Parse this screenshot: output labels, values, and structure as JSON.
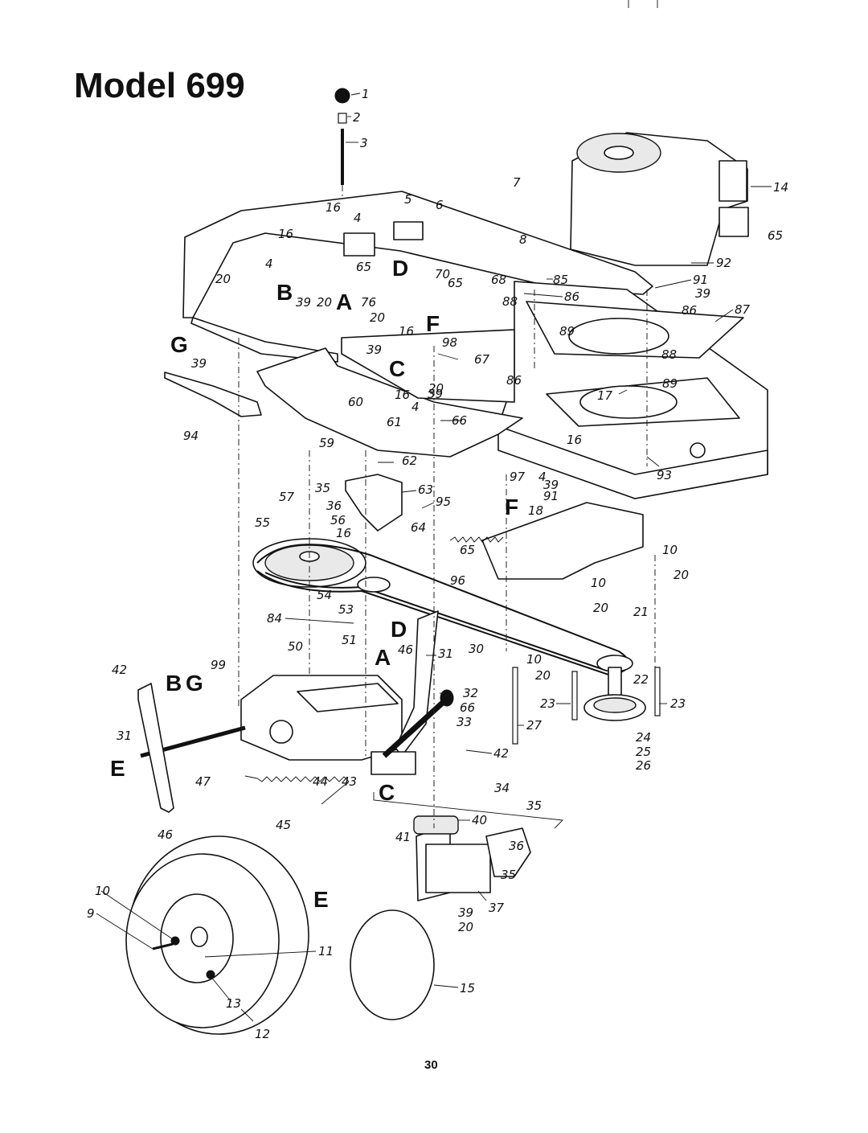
{
  "title": "Model 699",
  "page_number": "30",
  "letters": [
    "A",
    "B",
    "C",
    "D",
    "E",
    "F",
    "G"
  ],
  "callouts": [
    {
      "id": "c1",
      "text": "1"
    },
    {
      "id": "c2",
      "text": "2"
    },
    {
      "id": "c3",
      "text": "3"
    },
    {
      "id": "c4a",
      "text": "4"
    },
    {
      "id": "c4b",
      "text": "4"
    },
    {
      "id": "c4c",
      "text": "4"
    },
    {
      "id": "c4d",
      "text": "4"
    },
    {
      "id": "c5",
      "text": "5"
    },
    {
      "id": "c6",
      "text": "6"
    },
    {
      "id": "c7",
      "text": "7"
    },
    {
      "id": "c8",
      "text": "8"
    },
    {
      "id": "c9",
      "text": "9"
    },
    {
      "id": "c10a",
      "text": "10"
    },
    {
      "id": "c10b",
      "text": "10"
    },
    {
      "id": "c10c",
      "text": "10"
    },
    {
      "id": "c10d",
      "text": "10"
    },
    {
      "id": "c11",
      "text": "11"
    },
    {
      "id": "c12",
      "text": "12"
    },
    {
      "id": "c13",
      "text": "13"
    },
    {
      "id": "c14",
      "text": "14"
    },
    {
      "id": "c15",
      "text": "15"
    },
    {
      "id": "c16a",
      "text": "16"
    },
    {
      "id": "c16b",
      "text": "16"
    },
    {
      "id": "c16c",
      "text": "16"
    },
    {
      "id": "c16d",
      "text": "16"
    },
    {
      "id": "c16e",
      "text": "16"
    },
    {
      "id": "c16f",
      "text": "16"
    },
    {
      "id": "c17",
      "text": "17"
    },
    {
      "id": "c18",
      "text": "18"
    },
    {
      "id": "c20a",
      "text": "20"
    },
    {
      "id": "c20b",
      "text": "20"
    },
    {
      "id": "c20c",
      "text": "20"
    },
    {
      "id": "c20d",
      "text": "20"
    },
    {
      "id": "c20e",
      "text": "20"
    },
    {
      "id": "c20f",
      "text": "20"
    },
    {
      "id": "c20g",
      "text": "20"
    },
    {
      "id": "c20h",
      "text": "20"
    },
    {
      "id": "c21",
      "text": "21"
    },
    {
      "id": "c22",
      "text": "22"
    },
    {
      "id": "c23a",
      "text": "23"
    },
    {
      "id": "c23b",
      "text": "23"
    },
    {
      "id": "c24",
      "text": "24"
    },
    {
      "id": "c25",
      "text": "25"
    },
    {
      "id": "c26",
      "text": "26"
    },
    {
      "id": "c27",
      "text": "27"
    },
    {
      "id": "c30",
      "text": "30"
    },
    {
      "id": "c31a",
      "text": "31"
    },
    {
      "id": "c31b",
      "text": "31"
    },
    {
      "id": "c32",
      "text": "32"
    },
    {
      "id": "c33",
      "text": "33"
    },
    {
      "id": "c34",
      "text": "34"
    },
    {
      "id": "c35a",
      "text": "35"
    },
    {
      "id": "c35b",
      "text": "35"
    },
    {
      "id": "c35c",
      "text": "35"
    },
    {
      "id": "c36a",
      "text": "36"
    },
    {
      "id": "c36b",
      "text": "36"
    },
    {
      "id": "c37",
      "text": "37"
    },
    {
      "id": "c39a",
      "text": "39"
    },
    {
      "id": "c39b",
      "text": "39"
    },
    {
      "id": "c39c",
      "text": "39"
    },
    {
      "id": "c39d",
      "text": "39"
    },
    {
      "id": "c39e",
      "text": "39"
    },
    {
      "id": "c39f",
      "text": "39"
    },
    {
      "id": "c39g",
      "text": "39"
    },
    {
      "id": "c40",
      "text": "40"
    },
    {
      "id": "c41",
      "text": "41"
    },
    {
      "id": "c42a",
      "text": "42"
    },
    {
      "id": "c42b",
      "text": "42"
    },
    {
      "id": "c43",
      "text": "43"
    },
    {
      "id": "c44",
      "text": "44"
    },
    {
      "id": "c45",
      "text": "45"
    },
    {
      "id": "c46a",
      "text": "46"
    },
    {
      "id": "c46b",
      "text": "46"
    },
    {
      "id": "c47",
      "text": "47"
    },
    {
      "id": "c50",
      "text": "50"
    },
    {
      "id": "c51",
      "text": "51"
    },
    {
      "id": "c53",
      "text": "53"
    },
    {
      "id": "c54",
      "text": "54"
    },
    {
      "id": "c55",
      "text": "55"
    },
    {
      "id": "c56",
      "text": "56"
    },
    {
      "id": "c57",
      "text": "57"
    },
    {
      "id": "c59",
      "text": "59"
    },
    {
      "id": "c60",
      "text": "60"
    },
    {
      "id": "c61",
      "text": "61"
    },
    {
      "id": "c62",
      "text": "62"
    },
    {
      "id": "c63",
      "text": "63"
    },
    {
      "id": "c64",
      "text": "64"
    },
    {
      "id": "c65a",
      "text": "65"
    },
    {
      "id": "c65b",
      "text": "65"
    },
    {
      "id": "c65c",
      "text": "65"
    },
    {
      "id": "c65d",
      "text": "65"
    },
    {
      "id": "c66a",
      "text": "66"
    },
    {
      "id": "c66b",
      "text": "66"
    },
    {
      "id": "c67",
      "text": "67"
    },
    {
      "id": "c68",
      "text": "68"
    },
    {
      "id": "c70",
      "text": "70"
    },
    {
      "id": "c76",
      "text": "76"
    },
    {
      "id": "c84",
      "text": "84"
    },
    {
      "id": "c85",
      "text": "85"
    },
    {
      "id": "c86a",
      "text": "86"
    },
    {
      "id": "c86b",
      "text": "86"
    },
    {
      "id": "c86c",
      "text": "86"
    },
    {
      "id": "c87",
      "text": "87"
    },
    {
      "id": "c88a",
      "text": "88"
    },
    {
      "id": "c88b",
      "text": "88"
    },
    {
      "id": "c89a",
      "text": "89"
    },
    {
      "id": "c89b",
      "text": "89"
    },
    {
      "id": "c91a",
      "text": "91"
    },
    {
      "id": "c91b",
      "text": "91"
    },
    {
      "id": "c92",
      "text": "92"
    },
    {
      "id": "c93",
      "text": "93"
    },
    {
      "id": "c94",
      "text": "94"
    },
    {
      "id": "c95",
      "text": "95"
    },
    {
      "id": "c96",
      "text": "96"
    },
    {
      "id": "c97",
      "text": "97"
    },
    {
      "id": "c98",
      "text": "98"
    },
    {
      "id": "c99",
      "text": "99"
    }
  ]
}
